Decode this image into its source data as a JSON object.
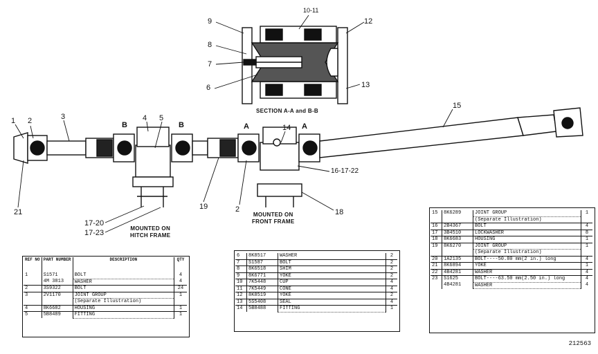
{
  "section_title": "SECTION A-A and B-B",
  "section_markers": {
    "a": "A",
    "b": "B"
  },
  "callouts": {
    "c1": "1",
    "c2": "2",
    "c2b": "2",
    "c3": "3",
    "c4": "4",
    "c5": "5",
    "c6": "6",
    "c7": "7",
    "c8": "8",
    "c9": "9",
    "c10_11": "10-11",
    "c12": "12",
    "c13": "13",
    "c14": "14",
    "c15": "15",
    "c16_17_22": "16-17-22",
    "c17_20": "17-20",
    "c17_23": "17-23",
    "c18": "18",
    "c19": "19",
    "c21": "21"
  },
  "captions": {
    "hitch": [
      "MOUNTED ON",
      "HITCH FRAME"
    ],
    "front": [
      "MOUNTED ON",
      "FRONT FRAME"
    ]
  },
  "table_left": {
    "headers": [
      "REF NO",
      "PART NUMBER",
      "DESCRIPTION",
      "QTY"
    ],
    "rows": [
      {
        "ref": "1",
        "part": "S1571",
        "desc": "BOLT",
        "qty": "4"
      },
      {
        "ref": "",
        "part": "4M 3813",
        "desc": "WASHER",
        "qty": "4"
      },
      {
        "ref": "2",
        "part": "3S9322",
        "desc": "BOLT",
        "qty": "24"
      },
      {
        "ref": "3",
        "part": "2V1170",
        "desc": "JOINT GROUP",
        "qty": "1"
      },
      {
        "ref": "",
        "part": "",
        "desc": "(Separate Illustration)",
        "qty": ""
      },
      {
        "ref": "4",
        "part": "8K6682",
        "desc": "HOUSING",
        "qty": "1"
      },
      {
        "ref": "5",
        "part": "5B8489",
        "desc": "FITTING",
        "qty": "1"
      }
    ]
  },
  "table_mid": {
    "rows": [
      {
        "ref": "6",
        "part": "8K8517",
        "desc": "WASHER",
        "qty": "2"
      },
      {
        "ref": "7",
        "part": "S1587",
        "desc": "BOLT",
        "qty": "2"
      },
      {
        "ref": "8",
        "part": "8K6518",
        "desc": "SHIM",
        "qty": "2"
      },
      {
        "ref": "9",
        "part": "8K6771",
        "desc": "YOKE",
        "qty": "2"
      },
      {
        "ref": "10",
        "part": "7K5448",
        "desc": "CUP",
        "qty": "4"
      },
      {
        "ref": "11",
        "part": "7K5449",
        "desc": "CONE",
        "qty": "4"
      },
      {
        "ref": "12",
        "part": "8K8519",
        "desc": "YOKE",
        "qty": "2"
      },
      {
        "ref": "13",
        "part": "5S5408",
        "desc": "SEAL",
        "qty": "4"
      },
      {
        "ref": "14",
        "part": "5B8488",
        "desc": "FITTING",
        "qty": "1"
      }
    ]
  },
  "table_right": {
    "rows": [
      {
        "ref": "15",
        "part": "8K6289",
        "desc": "JOINT GROUP",
        "qty": "1"
      },
      {
        "ref": "",
        "part": "",
        "desc": "(Separate Illustration)",
        "qty": ""
      },
      {
        "ref": "16",
        "part": "2B4367",
        "desc": "BOLT",
        "qty": "4"
      },
      {
        "ref": "17",
        "part": "3B4510",
        "desc": "LOCKWASHER",
        "qty": "8"
      },
      {
        "ref": "18",
        "part": "8K6683",
        "desc": "HOUSING",
        "qty": "1"
      },
      {
        "ref": "19",
        "part": "8K6270",
        "desc": "JOINT GROUP",
        "qty": "1"
      },
      {
        "ref": "",
        "part": "",
        "desc": "(Separate Illustration)",
        "qty": ""
      },
      {
        "ref": "20",
        "part": "1A2135",
        "desc": "BOLT----50.80 mm(2 in.) long",
        "qty": "4"
      },
      {
        "ref": "21",
        "part": "8K6894",
        "desc": "YOKE",
        "qty": "1"
      },
      {
        "ref": "22",
        "part": "4B4281",
        "desc": "WASHER",
        "qty": "4"
      },
      {
        "ref": "23",
        "part": "S1625",
        "desc": "BOLT----63.50 mm(2.50 in.) long",
        "qty": "4"
      },
      {
        "ref": "",
        "part": "4B4281",
        "desc": "WASHER",
        "qty": "4"
      }
    ]
  },
  "figure_number": "212563"
}
